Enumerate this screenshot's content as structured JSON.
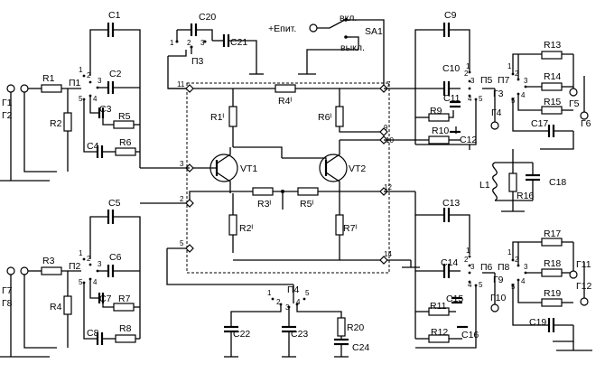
{
  "power": {
    "supply": "+Eпит.",
    "on": "вкл.",
    "off": "выкл.",
    "switch": "SA1"
  },
  "transistors": [
    "VT1",
    "VT2"
  ],
  "inner_resistors": [
    "R1ᴵ",
    "R2ᴵ",
    "R3ᴵ",
    "R4ᴵ",
    "R5ᴵ",
    "R6ᴵ",
    "R7ᴵ"
  ],
  "terminals": [
    "2",
    "3",
    "5",
    "7",
    "9",
    "10",
    "11",
    "12",
    "14"
  ],
  "switch_contacts": [
    "1",
    "2",
    "3",
    "4",
    "5"
  ],
  "generators": [
    "Г1",
    "Г2",
    "Г3",
    "Г4",
    "Г5",
    "Г6",
    "Г7",
    "Г8",
    "Г9",
    "Г10",
    "Г11",
    "Г12"
  ],
  "switches": [
    "П1",
    "П2",
    "П3",
    "П4",
    "П5",
    "П6",
    "П7",
    "П8"
  ],
  "resistors": [
    "R1",
    "R2",
    "R3",
    "R4",
    "R5",
    "R6",
    "R7",
    "R8",
    "R9",
    "R10",
    "R11",
    "R12",
    "R13",
    "R14",
    "R15",
    "R16",
    "R17",
    "R18",
    "R19",
    "R20"
  ],
  "capacitors": [
    "C1",
    "C2",
    "C3",
    "C4",
    "C5",
    "C6",
    "C7",
    "C8",
    "C9",
    "C10",
    "C11",
    "C12",
    "C13",
    "C14",
    "C15",
    "C16",
    "C17",
    "C18",
    "C19",
    "C20",
    "C21",
    "C22",
    "C23",
    "C24"
  ],
  "inductor": "L1"
}
